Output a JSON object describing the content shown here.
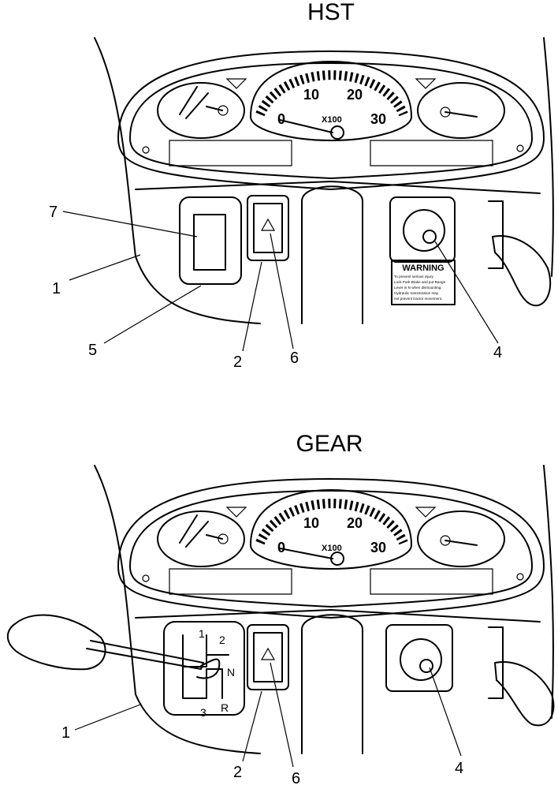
{
  "titles": {
    "top": "HST",
    "bottom": "GEAR"
  },
  "gauge": {
    "ticks": [
      "0",
      "10",
      "20",
      "30"
    ],
    "unit": "X100"
  },
  "warning": {
    "heading": "WARNING",
    "lines": [
      "To prevent serious injury",
      "Lock Park Brake and put Range",
      "Lever in N when dismounting.",
      "Hydraulic transmission may",
      "not prevent tractor movement."
    ]
  },
  "shift_pattern": [
    "1",
    "2",
    "N",
    "R",
    "3"
  ],
  "callouts": {
    "top": [
      "7",
      "1",
      "5",
      "2",
      "6",
      "4"
    ],
    "bottom": [
      "1",
      "2",
      "6",
      "4"
    ]
  }
}
